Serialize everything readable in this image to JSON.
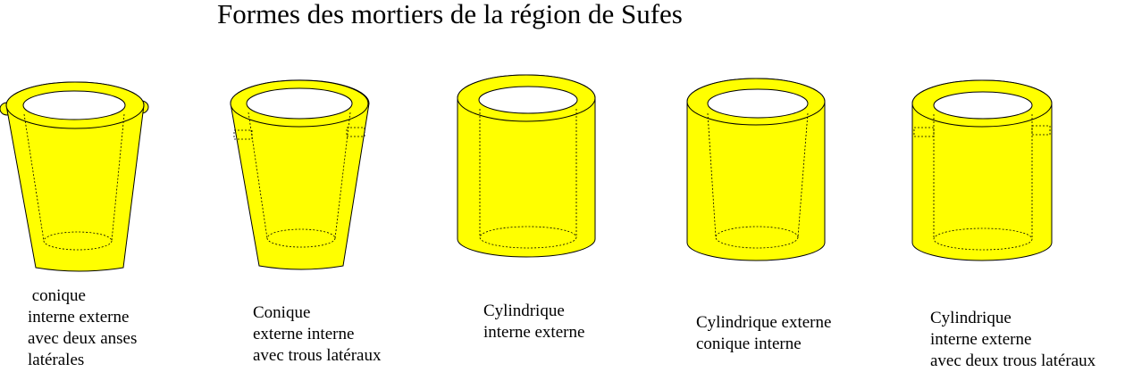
{
  "title": "Formes des mortiers de la région de Sufes",
  "colors": {
    "fill": "#ffff00",
    "stroke": "#000000",
    "background": "#ffffff"
  },
  "mortars": [
    {
      "shape": "conique-anses",
      "caption": [
        " conique",
        "interne externe",
        "avec deux anses",
        "latérales"
      ]
    },
    {
      "shape": "conique-trous",
      "caption": [
        "Conique",
        "externe interne",
        "avec trous latéraux"
      ]
    },
    {
      "shape": "cylindrique",
      "caption": [
        "Cylindrique",
        "interne externe"
      ]
    },
    {
      "shape": "cylindrique-conique",
      "caption": [
        "Cylindrique externe",
        "conique interne"
      ]
    },
    {
      "shape": "cylindrique-trous",
      "caption": [
        "Cylindrique",
        "interne externe",
        "avec deux trous latéraux"
      ]
    }
  ]
}
